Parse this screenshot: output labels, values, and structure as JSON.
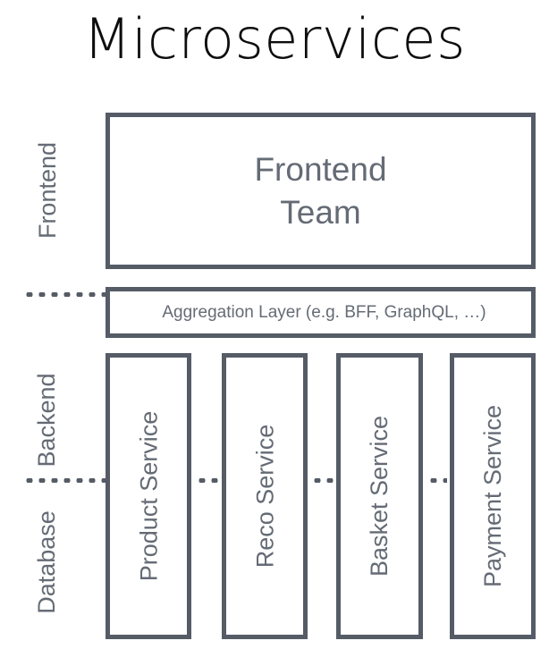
{
  "title": "Microservices",
  "colors": {
    "stroke": "#555c66",
    "text_gray": "#656b75",
    "title_text": "#0d0d0d",
    "background": "#ffffff"
  },
  "axis": {
    "sections": [
      {
        "id": "frontend",
        "label": "Frontend"
      },
      {
        "id": "backend",
        "label": "Backend"
      },
      {
        "id": "database",
        "label": "Database"
      }
    ]
  },
  "layers": {
    "frontend_team": {
      "label": "Frontend\nTeam"
    },
    "aggregation": {
      "label": "Aggregation Layer (e.g. BFF, GraphQL, …)"
    }
  },
  "services": [
    {
      "id": "product",
      "label": "Product Service"
    },
    {
      "id": "reco",
      "label": "Reco Service"
    },
    {
      "id": "basket",
      "label": "Basket Service"
    },
    {
      "id": "payment",
      "label": "Payment Service"
    }
  ],
  "dividers": [
    {
      "id": "frontend-backend",
      "style": "dotted"
    },
    {
      "id": "backend-database",
      "style": "dotted"
    }
  ]
}
